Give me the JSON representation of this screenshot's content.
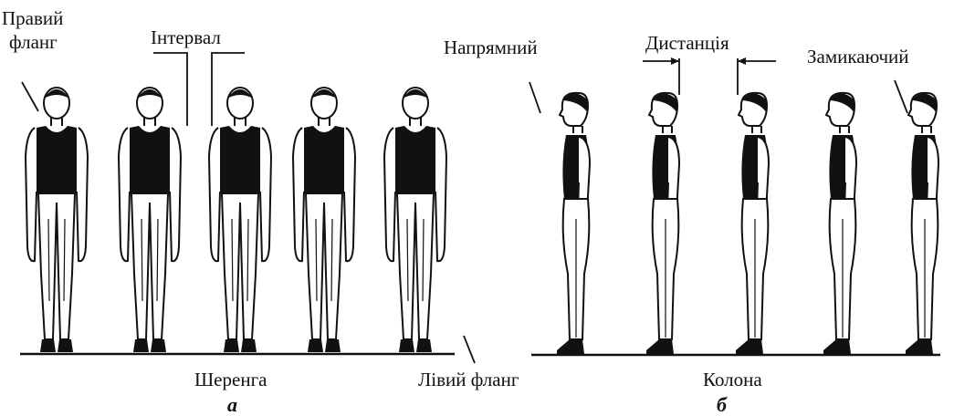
{
  "labels": {
    "right_flank": "Правий фланг",
    "right_flank_line1": "Правий",
    "right_flank_line2": "фланг",
    "interval": "Інтервал",
    "line_formation": "Шеренга",
    "left_flank": "Лівий фланг",
    "guide": "Напрямний",
    "distance": "Дистанція",
    "rear": "Замикаючий",
    "column": "Колона"
  },
  "subfigures": {
    "a": "а",
    "b": "б"
  },
  "line_figures_count": 5,
  "column_figures_count": 5,
  "colors": {
    "ink": "#111111",
    "background": "#ffffff"
  }
}
